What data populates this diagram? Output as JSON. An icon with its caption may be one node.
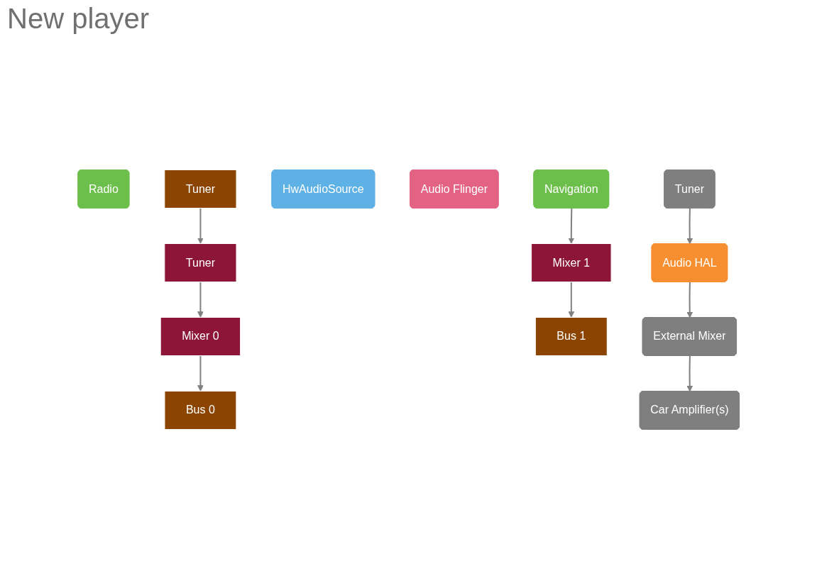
{
  "diagram": {
    "title": "New player",
    "nodes": [
      {
        "text": [
          "Radio"
        ]
      },
      {
        "text": [
          "Navigation"
        ]
      },
      {
        "text": [
          "HwAudioSource"
        ]
      },
      {
        "text": [
          "Audio Flinger"
        ]
      },
      {
        "text": [
          "Tuner"
        ]
      },
      {
        "text": [
          "Mixer 0"
        ]
      },
      {
        "text": [
          "Mixer 1"
        ]
      },
      {
        "text": [
          "Tuner"
        ]
      },
      {
        "text": [
          "Bus 0"
        ]
      },
      {
        "text": [
          "Bus 1"
        ]
      },
      {
        "text": [
          "Audio HAL"
        ]
      },
      {
        "text": [
          "Tuner"
        ]
      },
      {
        "text": [
          "External Mixer"
        ]
      },
      {
        "text": [
          "Car Amplifier(s)"
        ]
      }
    ],
    "edges": [
      {
        "from": 1,
        "to": 6,
        "arrow": "to"
      },
      {
        "from": 4,
        "to": 5,
        "arrow": "to"
      },
      {
        "from": 7,
        "to": 4,
        "arrow": "to"
      },
      {
        "from": 5,
        "to": 8,
        "arrow": "to"
      },
      {
        "from": 6,
        "to": 9,
        "arrow": "to"
      },
      {
        "from": 11,
        "to": 10,
        "arrow": "to"
      },
      {
        "from": 10,
        "to": 12,
        "arrow": "to"
      },
      {
        "from": 12,
        "to": 13,
        "arrow": "to"
      }
    ]
  }
}
